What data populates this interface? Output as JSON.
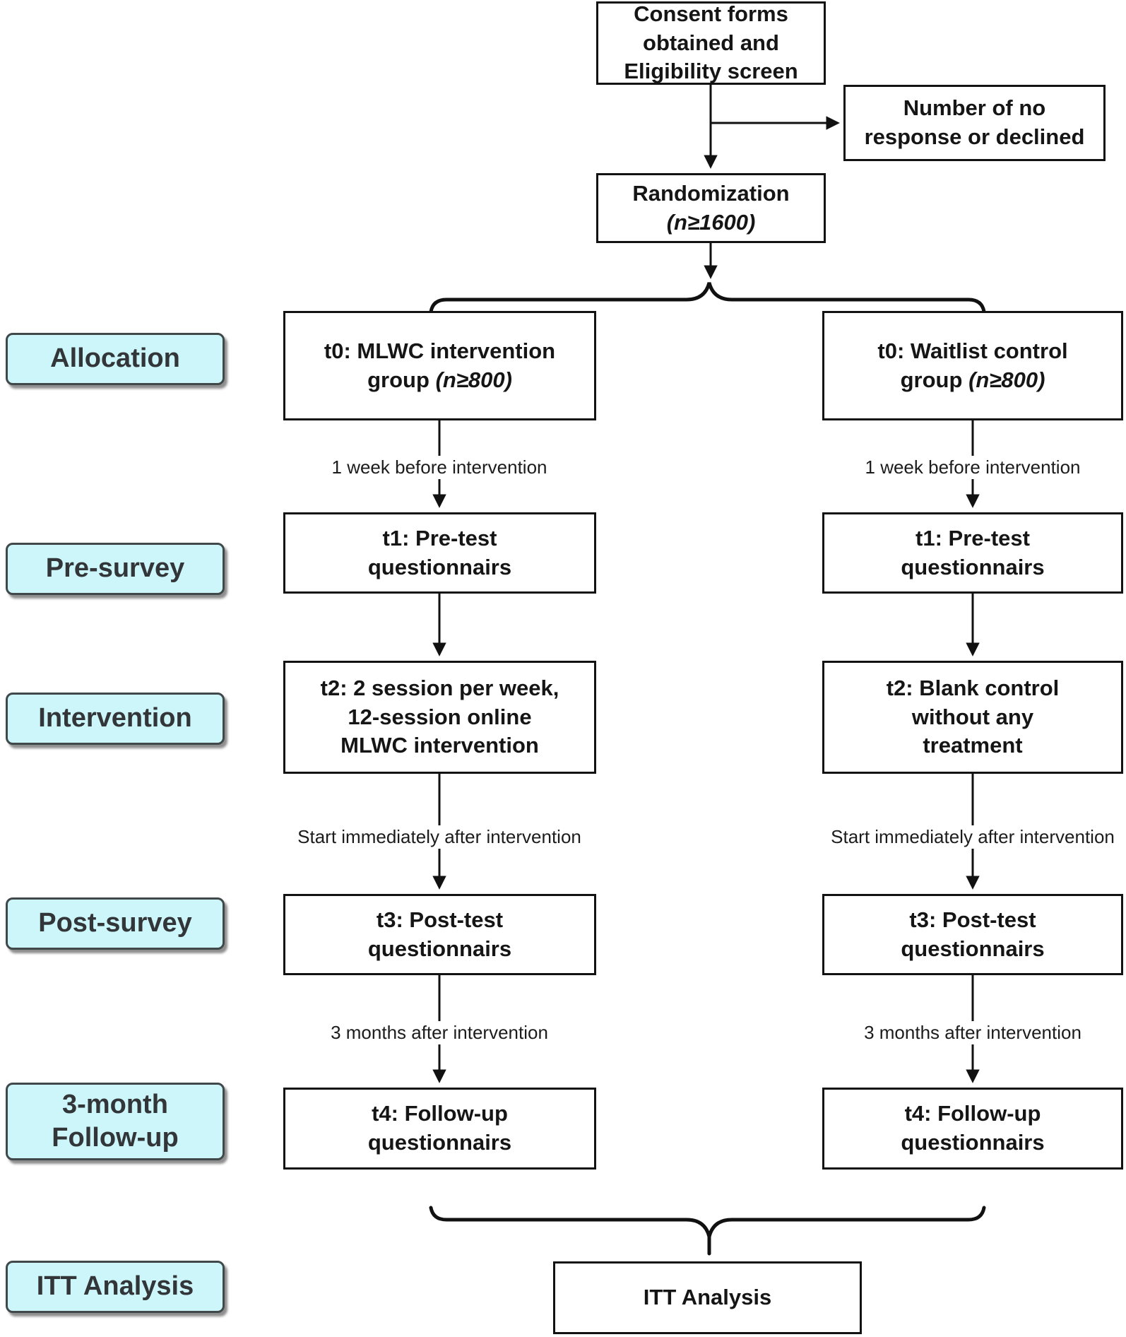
{
  "colors": {
    "label_fill": "#cdf6fa",
    "label_border": "#40484a",
    "box_border": "#121212",
    "line_color": "#111111"
  },
  "top_flow": {
    "consent": {
      "text": "Consent forms\nobtained and\nEligibility screen"
    },
    "no_response": {
      "text": "Number of no\nresponse or declined"
    },
    "randomization": {
      "text": "Randomization",
      "em": "(n≥1600)"
    }
  },
  "side_labels": {
    "allocation": "Allocation",
    "pre_survey": "Pre-survey",
    "intervention": "Intervention",
    "post_survey": "Post-survey",
    "follow_up": "3-month\nFollow-up",
    "itt": "ITT Analysis"
  },
  "columns": {
    "left": {
      "t0": {
        "text": "t0: MLWC intervention\ngroup",
        "em": "(n≥800)"
      },
      "t1": {
        "text": "t1: Pre-test\nquestionnairs"
      },
      "t2": {
        "text": "t2: 2 session per week,\n12-session online\nMLWC intervention"
      },
      "t3": {
        "text": "t3: Post-test\nquestionnairs"
      },
      "t4": {
        "text": "t4: Follow-up\nquestionnairs"
      }
    },
    "right": {
      "t0": {
        "text": "t0: Waitlist control\ngroup",
        "em": "(n≥800)"
      },
      "t1": {
        "text": "t1: Pre-test\nquestionnairs"
      },
      "t2": {
        "text": "t2: Blank control\nwithout any\ntreatment"
      },
      "t3": {
        "text": "t3: Post-test\nquestionnairs"
      },
      "t4": {
        "text": "t4: Follow-up\nquestionnairs"
      }
    }
  },
  "arrow_labels": {
    "week": "1 week before intervention",
    "start": "Start immediately after intervention",
    "months": "3 months after intervention"
  },
  "itt_box": {
    "text": "ITT Analysis"
  }
}
